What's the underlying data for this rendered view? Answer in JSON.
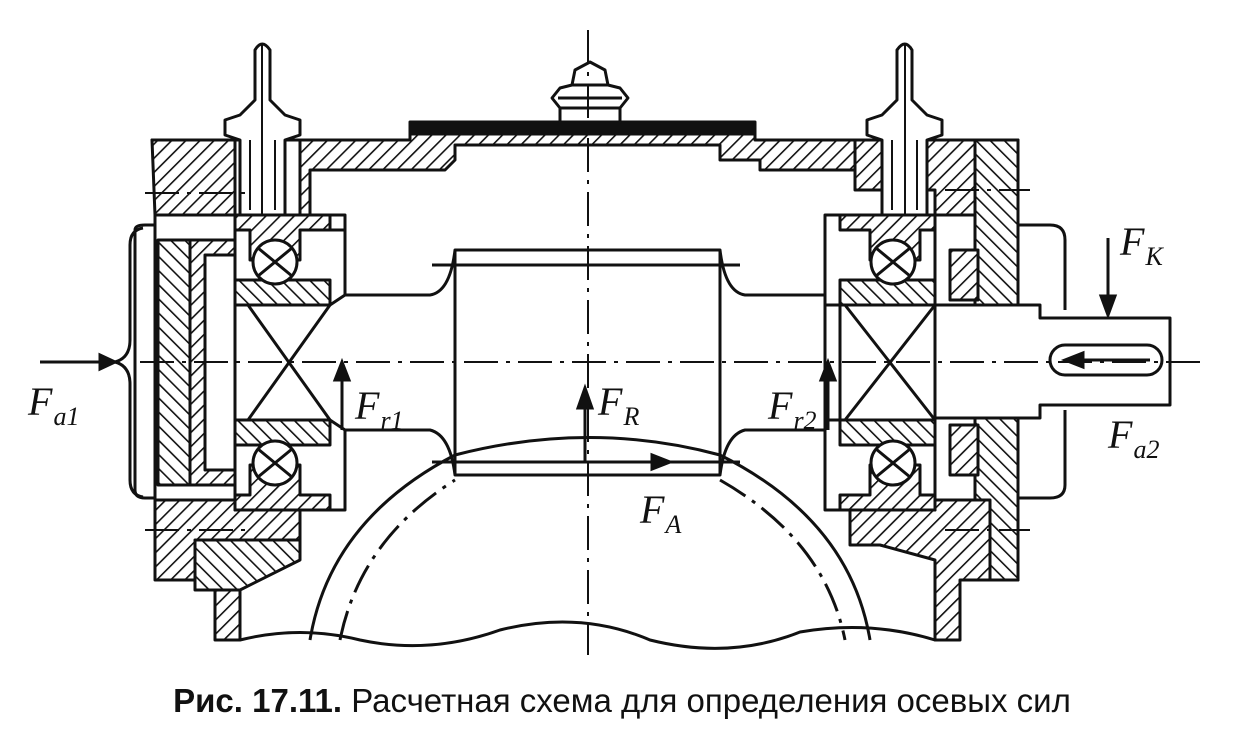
{
  "figure": {
    "caption_number": "Рис. 17.11.",
    "caption_text": "Расчетная схема для определения осевых сил"
  },
  "forces": {
    "fa1": {
      "main": "F",
      "sub": "a1"
    },
    "fr1": {
      "main": "F",
      "sub": "r1"
    },
    "fr": {
      "main": "F",
      "sub": "R"
    },
    "fa": {
      "main": "F",
      "sub": "A"
    },
    "fr2": {
      "main": "F",
      "sub": "r2"
    },
    "fk": {
      "main": "F",
      "sub": "K"
    },
    "fa2": {
      "main": "F",
      "sub": "a2"
    }
  },
  "colors": {
    "ink": "#111111",
    "paper": "#ffffff"
  }
}
